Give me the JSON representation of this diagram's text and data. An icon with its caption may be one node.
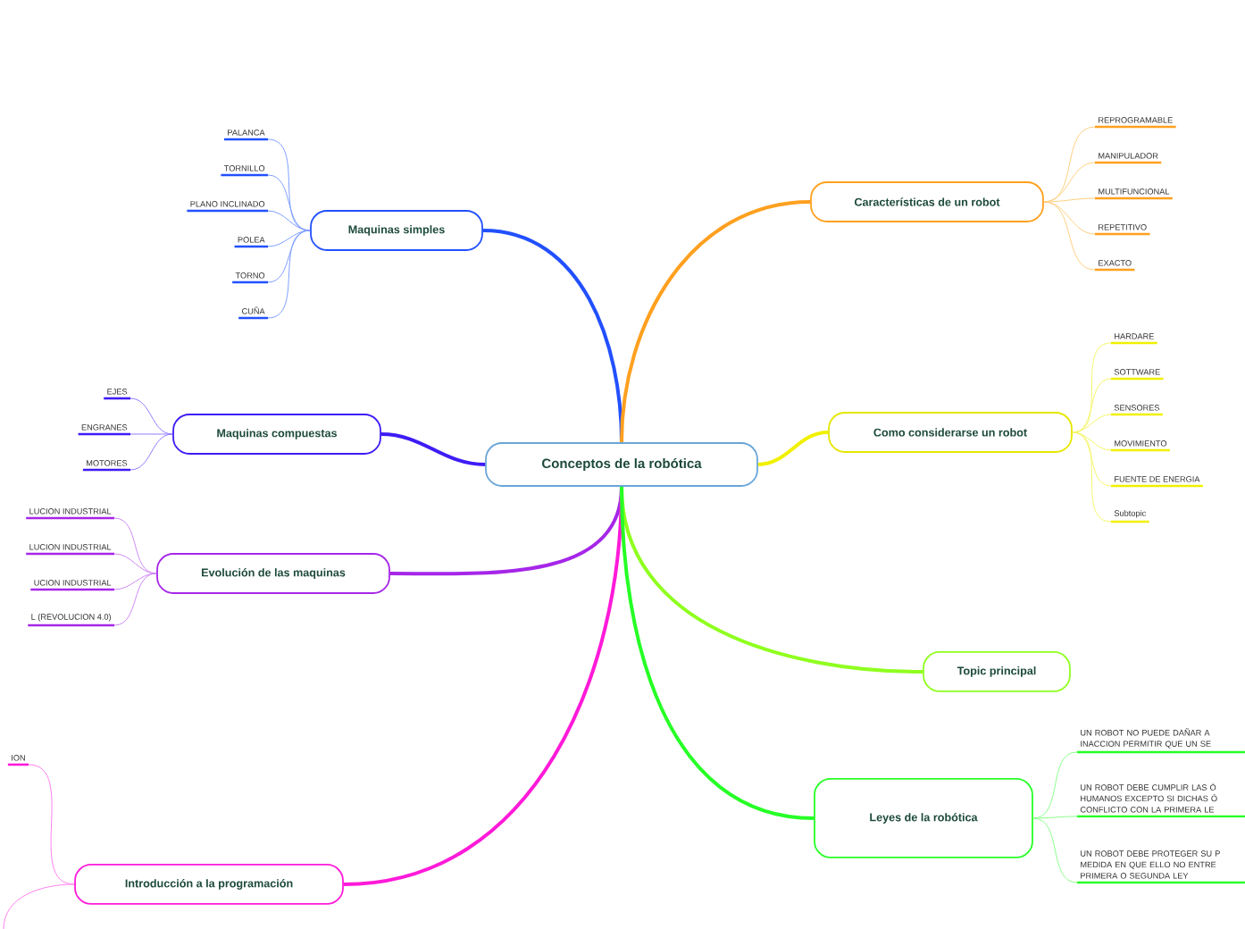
{
  "diagram": {
    "nodes": [
      {
        "text": [
          "Conceptos de la robótica"
        ]
      },
      {
        "text": [
          "Maquinas simples"
        ]
      },
      {
        "text": [
          "PALANCA"
        ]
      },
      {
        "text": [
          "TORNILLO"
        ]
      },
      {
        "text": [
          "PLANO INCLINADO"
        ]
      },
      {
        "text": [
          "POLEA"
        ]
      },
      {
        "text": [
          "TORNO"
        ]
      },
      {
        "text": [
          "CUÑA"
        ]
      },
      {
        "text": [
          "Maquinas compuestas"
        ]
      },
      {
        "text": [
          "EJES"
        ]
      },
      {
        "text": [
          "ENGRANES"
        ]
      },
      {
        "text": [
          "MOTORES"
        ]
      },
      {
        "text": [
          "Evolución de las maquinas"
        ]
      },
      {
        "text": [
          "LUCION INDUSTRIAL"
        ]
      },
      {
        "text": [
          "LUCION INDUSTRIAL"
        ]
      },
      {
        "text": [
          "UCION INDUSTRIAL"
        ]
      },
      {
        "text": [
          "L (REVOLUCION 4.0)"
        ]
      },
      {
        "text": [
          "Introducción a la programación"
        ]
      },
      {
        "text": [
          "ION"
        ]
      },
      {
        "text": [
          "Características de un robot"
        ]
      },
      {
        "text": [
          "REPROGRAMABLE"
        ]
      },
      {
        "text": [
          "MANIPULADOR"
        ]
      },
      {
        "text": [
          "MULTIFUNCIONAL"
        ]
      },
      {
        "text": [
          "REPETITIVO"
        ]
      },
      {
        "text": [
          "EXACTO"
        ]
      },
      {
        "text": [
          "Como considerarse un robot"
        ]
      },
      {
        "text": [
          "HARDARE"
        ]
      },
      {
        "text": [
          "SOTTWARE"
        ]
      },
      {
        "text": [
          "SENSORES"
        ]
      },
      {
        "text": [
          "MOVIMIENTO"
        ]
      },
      {
        "text": [
          "FUENTE DE ENERGIA"
        ]
      },
      {
        "text": [
          "Subtopic"
        ]
      },
      {
        "text": [
          "Topic principal"
        ]
      },
      {
        "text": [
          "Leyes de la robótica"
        ]
      },
      {
        "text": [
          "UN ROBOT NO PUEDE DAÑAR A INACCION PERMITIR QUE UN SE"
        ]
      },
      {
        "text": [
          "UN ROBOT DEBE CUMPLIR LAS Ó HUMANOS EXCEPTO SI DICHAS Ó CONFLICTO CON LA PRIMERA LE"
        ]
      },
      {
        "text": [
          "UN ROBOT DEBE PROTEGER SU P MEDIDA EN QUE ELLO NO ENTRE PRIMERA O SEGUNDA LEY"
        ]
      }
    ],
    "edges": [
      {
        "from": 0,
        "to": 1,
        "arrow": "none",
        "style": "thick",
        "color": "#2250ff"
      },
      {
        "from": 0,
        "to": 8,
        "arrow": "none",
        "style": "thick",
        "color": "#3d1cf5"
      },
      {
        "from": 0,
        "to": 12,
        "arrow": "none",
        "style": "thick",
        "color": "#a626e8"
      },
      {
        "from": 0,
        "to": 17,
        "arrow": "none",
        "style": "thick",
        "color": "#ff1ad9"
      },
      {
        "from": 0,
        "to": 19,
        "arrow": "none",
        "style": "thick",
        "color": "#ffa01f"
      },
      {
        "from": 0,
        "to": 25,
        "arrow": "none",
        "style": "thick",
        "color": "#f0f000"
      },
      {
        "from": 0,
        "to": 32,
        "arrow": "none",
        "style": "thick",
        "color": "#8fff1f"
      },
      {
        "from": 0,
        "to": 33,
        "arrow": "none",
        "style": "thick",
        "color": "#26ff26"
      },
      {
        "from": 1,
        "to": 2,
        "arrow": "none",
        "color": "#7f9fff"
      },
      {
        "from": 1,
        "to": 3,
        "arrow": "none",
        "color": "#7f9fff"
      },
      {
        "from": 1,
        "to": 4,
        "arrow": "none",
        "color": "#7f9fff"
      },
      {
        "from": 1,
        "to": 5,
        "arrow": "none",
        "color": "#7f9fff"
      },
      {
        "from": 1,
        "to": 6,
        "arrow": "none",
        "color": "#7f9fff"
      },
      {
        "from": 1,
        "to": 7,
        "arrow": "none",
        "color": "#7f9fff"
      },
      {
        "from": 8,
        "to": 9,
        "arrow": "none",
        "color": "#8f7cff"
      },
      {
        "from": 8,
        "to": 10,
        "arrow": "none",
        "color": "#8f7cff"
      },
      {
        "from": 8,
        "to": 11,
        "arrow": "none",
        "color": "#8f7cff"
      },
      {
        "from": 12,
        "to": 13,
        "arrow": "none",
        "color": "#cf8af5"
      },
      {
        "from": 12,
        "to": 14,
        "arrow": "none",
        "color": "#cf8af5"
      },
      {
        "from": 12,
        "to": 15,
        "arrow": "none",
        "color": "#cf8af5"
      },
      {
        "from": 12,
        "to": 16,
        "arrow": "none",
        "color": "#cf8af5"
      },
      {
        "from": 17,
        "to": 18,
        "arrow": "none",
        "color": "#ff80ee"
      },
      {
        "from": 17,
        "to": null,
        "arrow": "none",
        "color": "#ff80ee"
      },
      {
        "from": 19,
        "to": 20,
        "arrow": "none",
        "color": "#ffcf80"
      },
      {
        "from": 19,
        "to": 21,
        "arrow": "none",
        "color": "#ffcf80"
      },
      {
        "from": 19,
        "to": 22,
        "arrow": "none",
        "color": "#ffcf80"
      },
      {
        "from": 19,
        "to": 23,
        "arrow": "none",
        "color": "#ffcf80"
      },
      {
        "from": 19,
        "to": 24,
        "arrow": "none",
        "color": "#ffcf80"
      },
      {
        "from": 25,
        "to": 26,
        "arrow": "none",
        "color": "#f5f56a"
      },
      {
        "from": 25,
        "to": 27,
        "arrow": "none",
        "color": "#f5f56a"
      },
      {
        "from": 25,
        "to": 28,
        "arrow": "none",
        "color": "#f5f56a"
      },
      {
        "from": 25,
        "to": 29,
        "arrow": "none",
        "color": "#f5f56a"
      },
      {
        "from": 25,
        "to": 30,
        "arrow": "none",
        "color": "#f5f56a"
      },
      {
        "from": 25,
        "to": 31,
        "arrow": "none",
        "color": "#f5f56a"
      },
      {
        "from": 33,
        "to": 34,
        "arrow": "none",
        "color": "#8cff8c"
      },
      {
        "from": 33,
        "to": 35,
        "arrow": "none",
        "color": "#8cff8c"
      },
      {
        "from": 33,
        "to": 36,
        "arrow": "none",
        "color": "#8cff8c"
      }
    ]
  }
}
